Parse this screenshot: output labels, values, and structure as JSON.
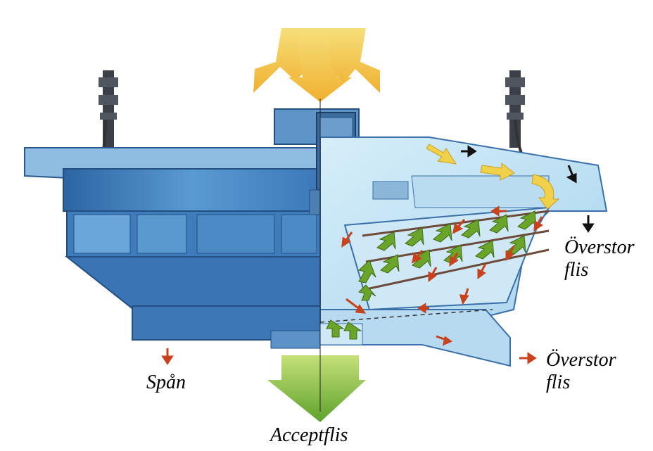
{
  "labels": {
    "oversize_top_line1": "Överstor",
    "oversize_top_line2": "flis",
    "oversize_bottom_line1": "Överstor",
    "oversize_bottom_line2": "flis",
    "fines": "Spån",
    "accept": "Acceptflis"
  },
  "colors": {
    "machine_dark": "#2f6aa8",
    "machine_mid": "#4f8fcc",
    "machine_light": "#9fcbe8",
    "cutaway_fill": "#c4e3f4",
    "inflow_yellow": "#f4c542",
    "accept_green": "#6fb42c",
    "flow_arrow_green": "#6aa52a",
    "flow_arrow_red": "#c8421c",
    "flow_arrow_yellow": "#f2d14a",
    "screen_deck": "#6e4a3a"
  }
}
